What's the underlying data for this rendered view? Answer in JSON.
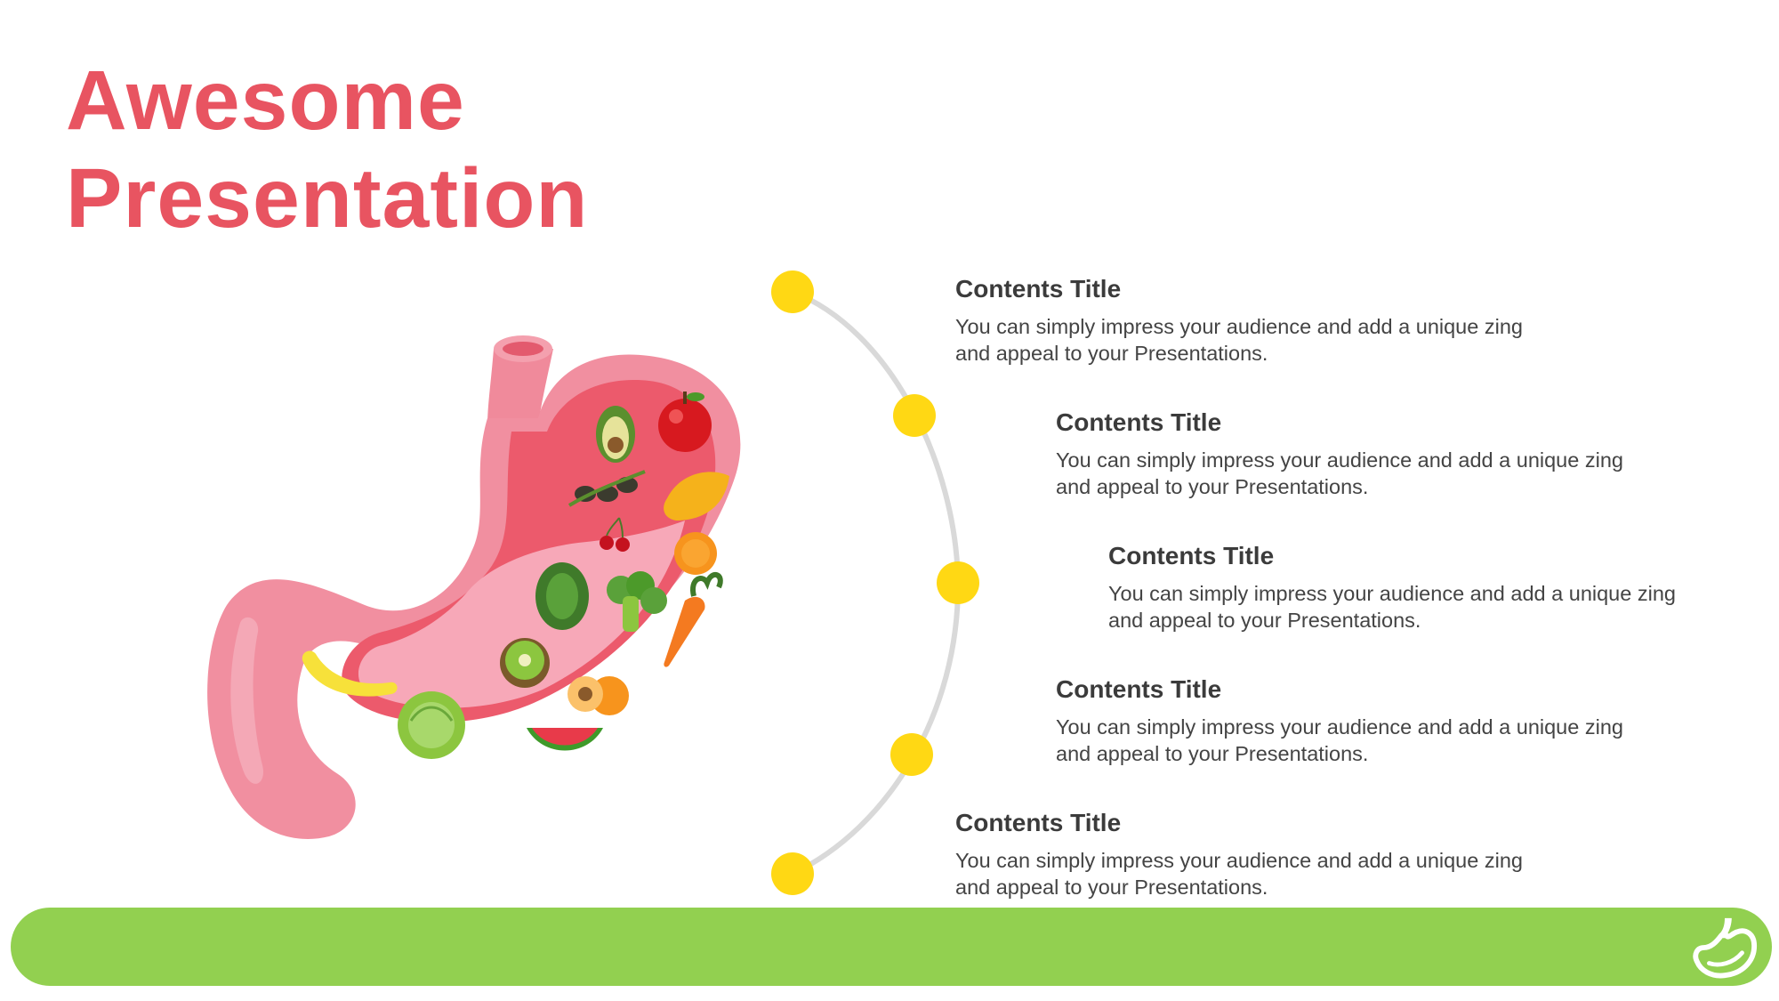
{
  "title": {
    "line1": "Awesome",
    "line2": "Presentation"
  },
  "items": [
    {
      "title": "Contents Title",
      "text": "You can simply impress your audience and add a unique zing and appeal to your Presentations."
    },
    {
      "title": "Contents Title",
      "text": "You can simply impress your audience and add a unique zing and appeal to your Presentations."
    },
    {
      "title": "Contents Title",
      "text": "You can simply impress your audience and add a unique zing and appeal to your Presentations."
    },
    {
      "title": "Contents Title",
      "text": "You can simply impress your audience and add a unique zing and appeal to your Presentations."
    },
    {
      "title": "Contents Title",
      "text": "You can simply impress your audience and add a unique zing and appeal to your Presentations."
    }
  ],
  "colors": {
    "title": "#e85461",
    "dot": "#ffd814",
    "arc": "#d9d9d9",
    "band": "#92d050",
    "stomach_outer": "#f18fa0",
    "stomach_inner": "#ec5a6c",
    "stomach_content": "#f7a8b8"
  },
  "icons": [
    "stomach-illustration",
    "stomach-logo-icon"
  ]
}
